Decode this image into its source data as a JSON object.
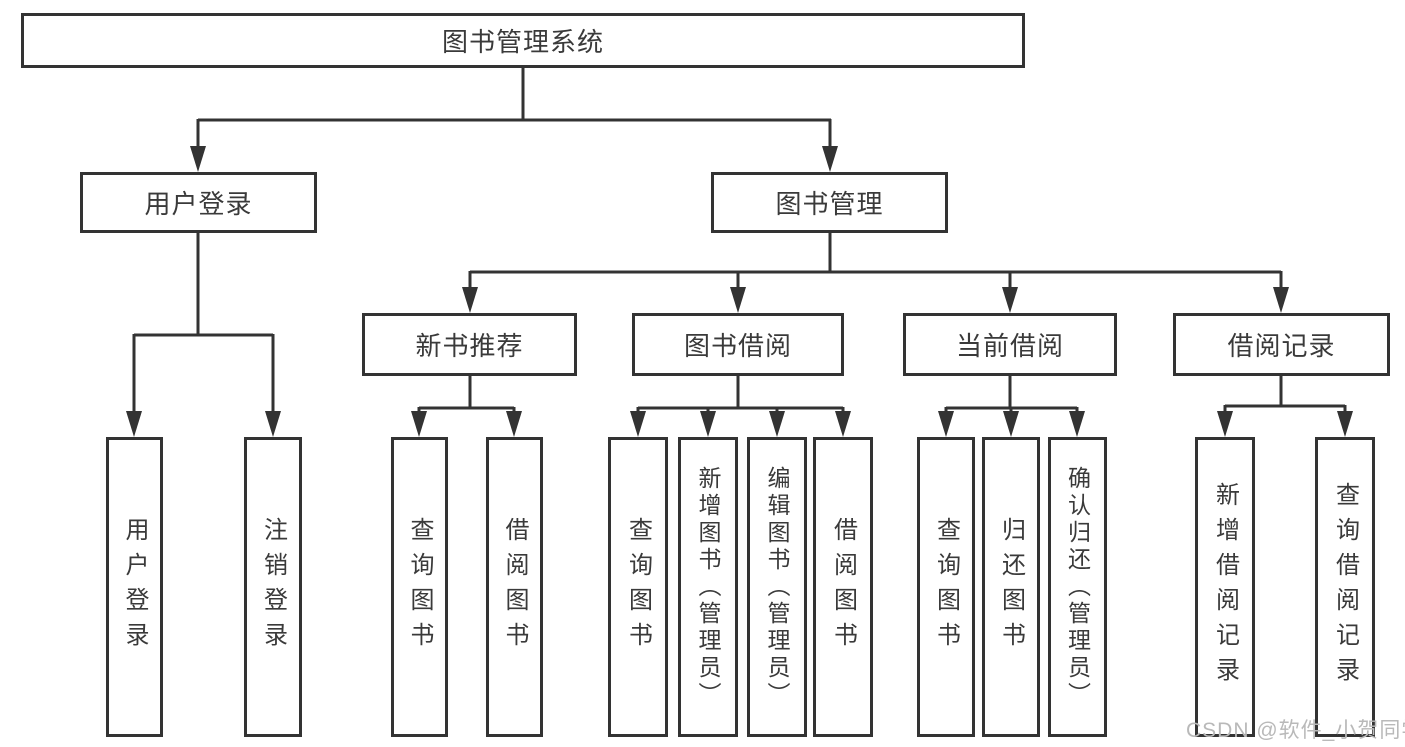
{
  "diagram": {
    "title": "图书管理系统",
    "root": {
      "label": "图书管理系统"
    },
    "level1": [
      {
        "label": "用户登录"
      },
      {
        "label": "图书管理"
      }
    ],
    "level2": [
      {
        "label": "新书推荐",
        "parent": "图书管理"
      },
      {
        "label": "图书借阅",
        "parent": "图书管理"
      },
      {
        "label": "当前借阅",
        "parent": "图书管理"
      },
      {
        "label": "借阅记录",
        "parent": "图书管理"
      }
    ],
    "leaves": [
      {
        "label": "用户登录",
        "parent": "用户登录"
      },
      {
        "label": "注销登录",
        "parent": "用户登录"
      },
      {
        "label": "查询图书",
        "parent": "新书推荐"
      },
      {
        "label": "借阅图书",
        "parent": "新书推荐"
      },
      {
        "label": "查询图书",
        "parent": "图书借阅"
      },
      {
        "label": "新增图书（管理员）",
        "parent": "图书借阅"
      },
      {
        "label": "编辑图书（管理员）",
        "parent": "图书借阅"
      },
      {
        "label": "借阅图书",
        "parent": "图书借阅"
      },
      {
        "label": "查询图书",
        "parent": "当前借阅"
      },
      {
        "label": "归还图书",
        "parent": "当前借阅"
      },
      {
        "label": "确认归还（管理员）",
        "parent": "当前借阅"
      },
      {
        "label": "新增借阅记录",
        "parent": "借阅记录"
      },
      {
        "label": "查询借阅记录",
        "parent": "借阅记录"
      }
    ]
  },
  "watermark": {
    "text": "CSDN @软件_小贺同学"
  },
  "colors": {
    "line": "#333333",
    "box_border": "#333333",
    "text": "#3a3a3a",
    "watermark": "#b9b9b9",
    "background": "#ffffff"
  }
}
